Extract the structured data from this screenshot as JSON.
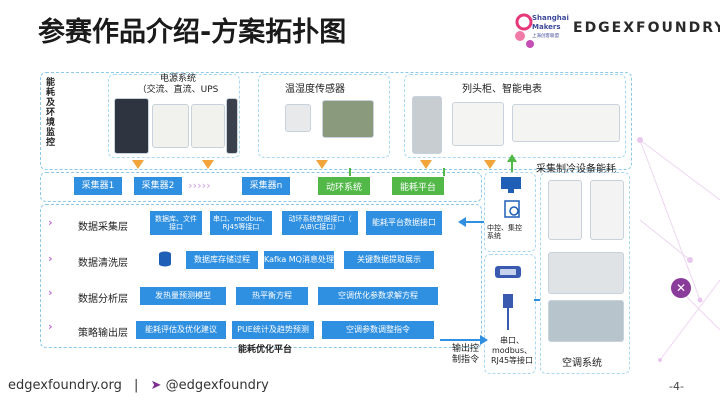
{
  "header": {
    "title": "参赛作品介绍-方案拓扑图",
    "logo_shanghai": "Shanghai\nMakers",
    "logo_shanghai_sub": "上海创客联盟",
    "logo_edgex": "EDGEXFOUNDRY"
  },
  "top_section": {
    "side_label": "能耗及环境监控",
    "power_title": "电源系统\n（交流、直流、UPS",
    "sensor_title": "温湿度传感器",
    "meter_title": "列头柜、智能电表"
  },
  "collectors": {
    "c1": "采集器1",
    "c2": "采集器2",
    "cn": "采集器n",
    "env": "动环系统",
    "energy": "能耗平台"
  },
  "layers": {
    "collect": {
      "label": "数据采集层",
      "items": [
        "数据库、文件\n接口",
        "串口、modbus、\nRJ45等接口",
        "动环系统数据接口（\nA\\B\\C接口）",
        "能耗平台数据接口"
      ]
    },
    "clean": {
      "label": "数据清洗层",
      "items": [
        "数据库存储过程",
        "Kafka MQ消息处理",
        "关键数据提取展示"
      ]
    },
    "analyze": {
      "label": "数据分析层",
      "items": [
        "发热量预测模型",
        "热平衡方程",
        "空调优化参数求解方程"
      ]
    },
    "strategy": {
      "label": "策略输出层",
      "items": [
        "能耗评估及优化建议",
        "PUE统计及趋势预测",
        "空调参数调整指令"
      ]
    }
  },
  "platform_label": "能耗优化平台",
  "right_section": {
    "title": "采集制冷设备能耗",
    "control_label": "中控、集控\n系统",
    "port_label": "串口、\nmodbus、\nRJ45等接口",
    "ac_label": "空调系统",
    "output_label": "输出控\n制指令"
  },
  "footer": {
    "site": "edgexfoundry.org",
    "separator": "|",
    "twitter": "@edgexfoundry",
    "page": "-4-"
  }
}
